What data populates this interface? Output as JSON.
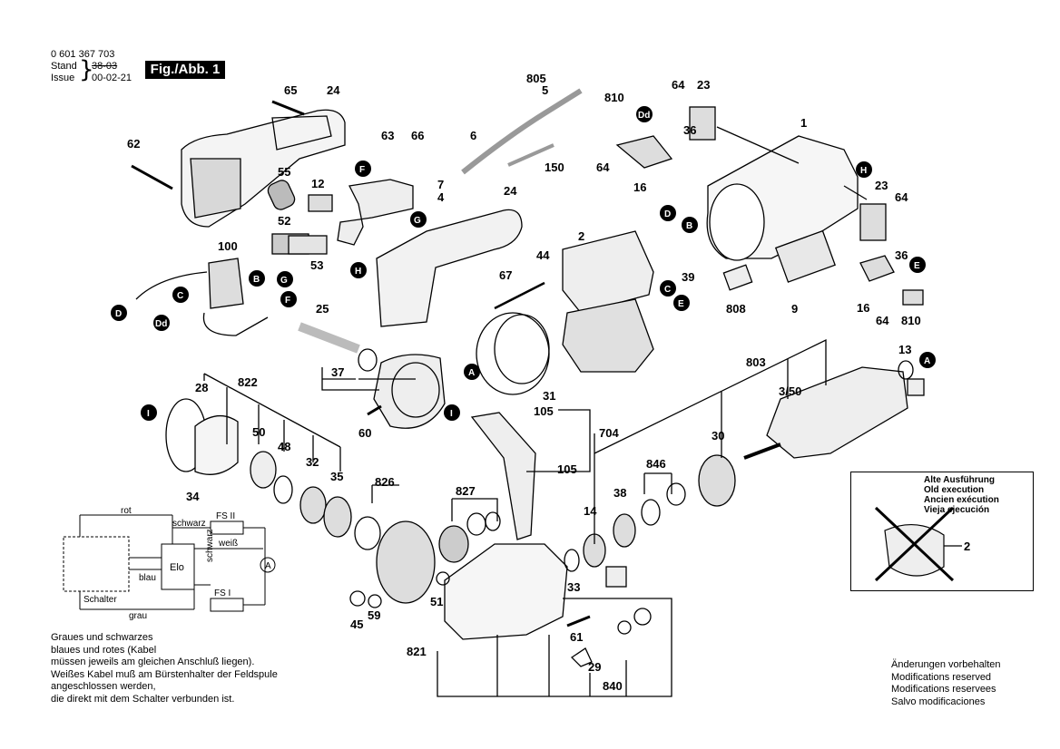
{
  "header": {
    "part_number": "0 601 367 703",
    "stand_label": "Stand",
    "stand_value": "38-03",
    "issue_label": "Issue",
    "issue_value": "00-02-21",
    "figure": "Fig./Abb. 1"
  },
  "callouts": [
    "65",
    "24",
    "62",
    "55",
    "63",
    "66",
    "7",
    "4",
    "12",
    "52",
    "53",
    "100",
    "805",
    "5",
    "6",
    "150",
    "810",
    "64",
    "23",
    "36",
    "16",
    "1",
    "23",
    "64",
    "36",
    "16",
    "64",
    "810",
    "24",
    "2",
    "44",
    "67",
    "39",
    "808",
    "9",
    "25",
    "37",
    "60",
    "31",
    "13",
    "803",
    "3/50",
    "822",
    "28",
    "50",
    "48",
    "32",
    "35",
    "34",
    "105",
    "704",
    "105",
    "846",
    "30",
    "38",
    "14",
    "826",
    "827",
    "33",
    "51",
    "45",
    "59",
    "61",
    "29",
    "840",
    "821"
  ],
  "connectors": [
    "D",
    "B",
    "G",
    "C",
    "F",
    "E",
    "A",
    "H",
    "I",
    "Dd"
  ],
  "wiring": {
    "rot": "rot",
    "schwarz_top": "schwarz",
    "fs_ii": "FS II",
    "weiss": "weiß",
    "blau": "blau",
    "elo": "Elo",
    "schwarz_side": "schwarz",
    "fs_i": "FS I",
    "schalter": "Schalter",
    "grau": "grau",
    "meter": "A"
  },
  "old_execution": {
    "lines": [
      "Alte Ausführung",
      "Old execution",
      "Ancien exécution",
      "Vieja ejecución"
    ],
    "part": "2"
  },
  "notes": {
    "left": [
      "Graues und schwarzes",
      "blaues und rotes (Kabel",
      "müssen jeweils am gleichen Anschluß liegen).",
      "Weißes Kabel muß am Bürstenhalter der Feldspule",
      "angeschlossen werden,",
      "die direkt mit dem Schalter verbunden ist."
    ],
    "right": [
      "Änderungen vorbehalten",
      "Modifications reserved",
      "Modifications reservees",
      "Salvo modificaciones"
    ]
  }
}
